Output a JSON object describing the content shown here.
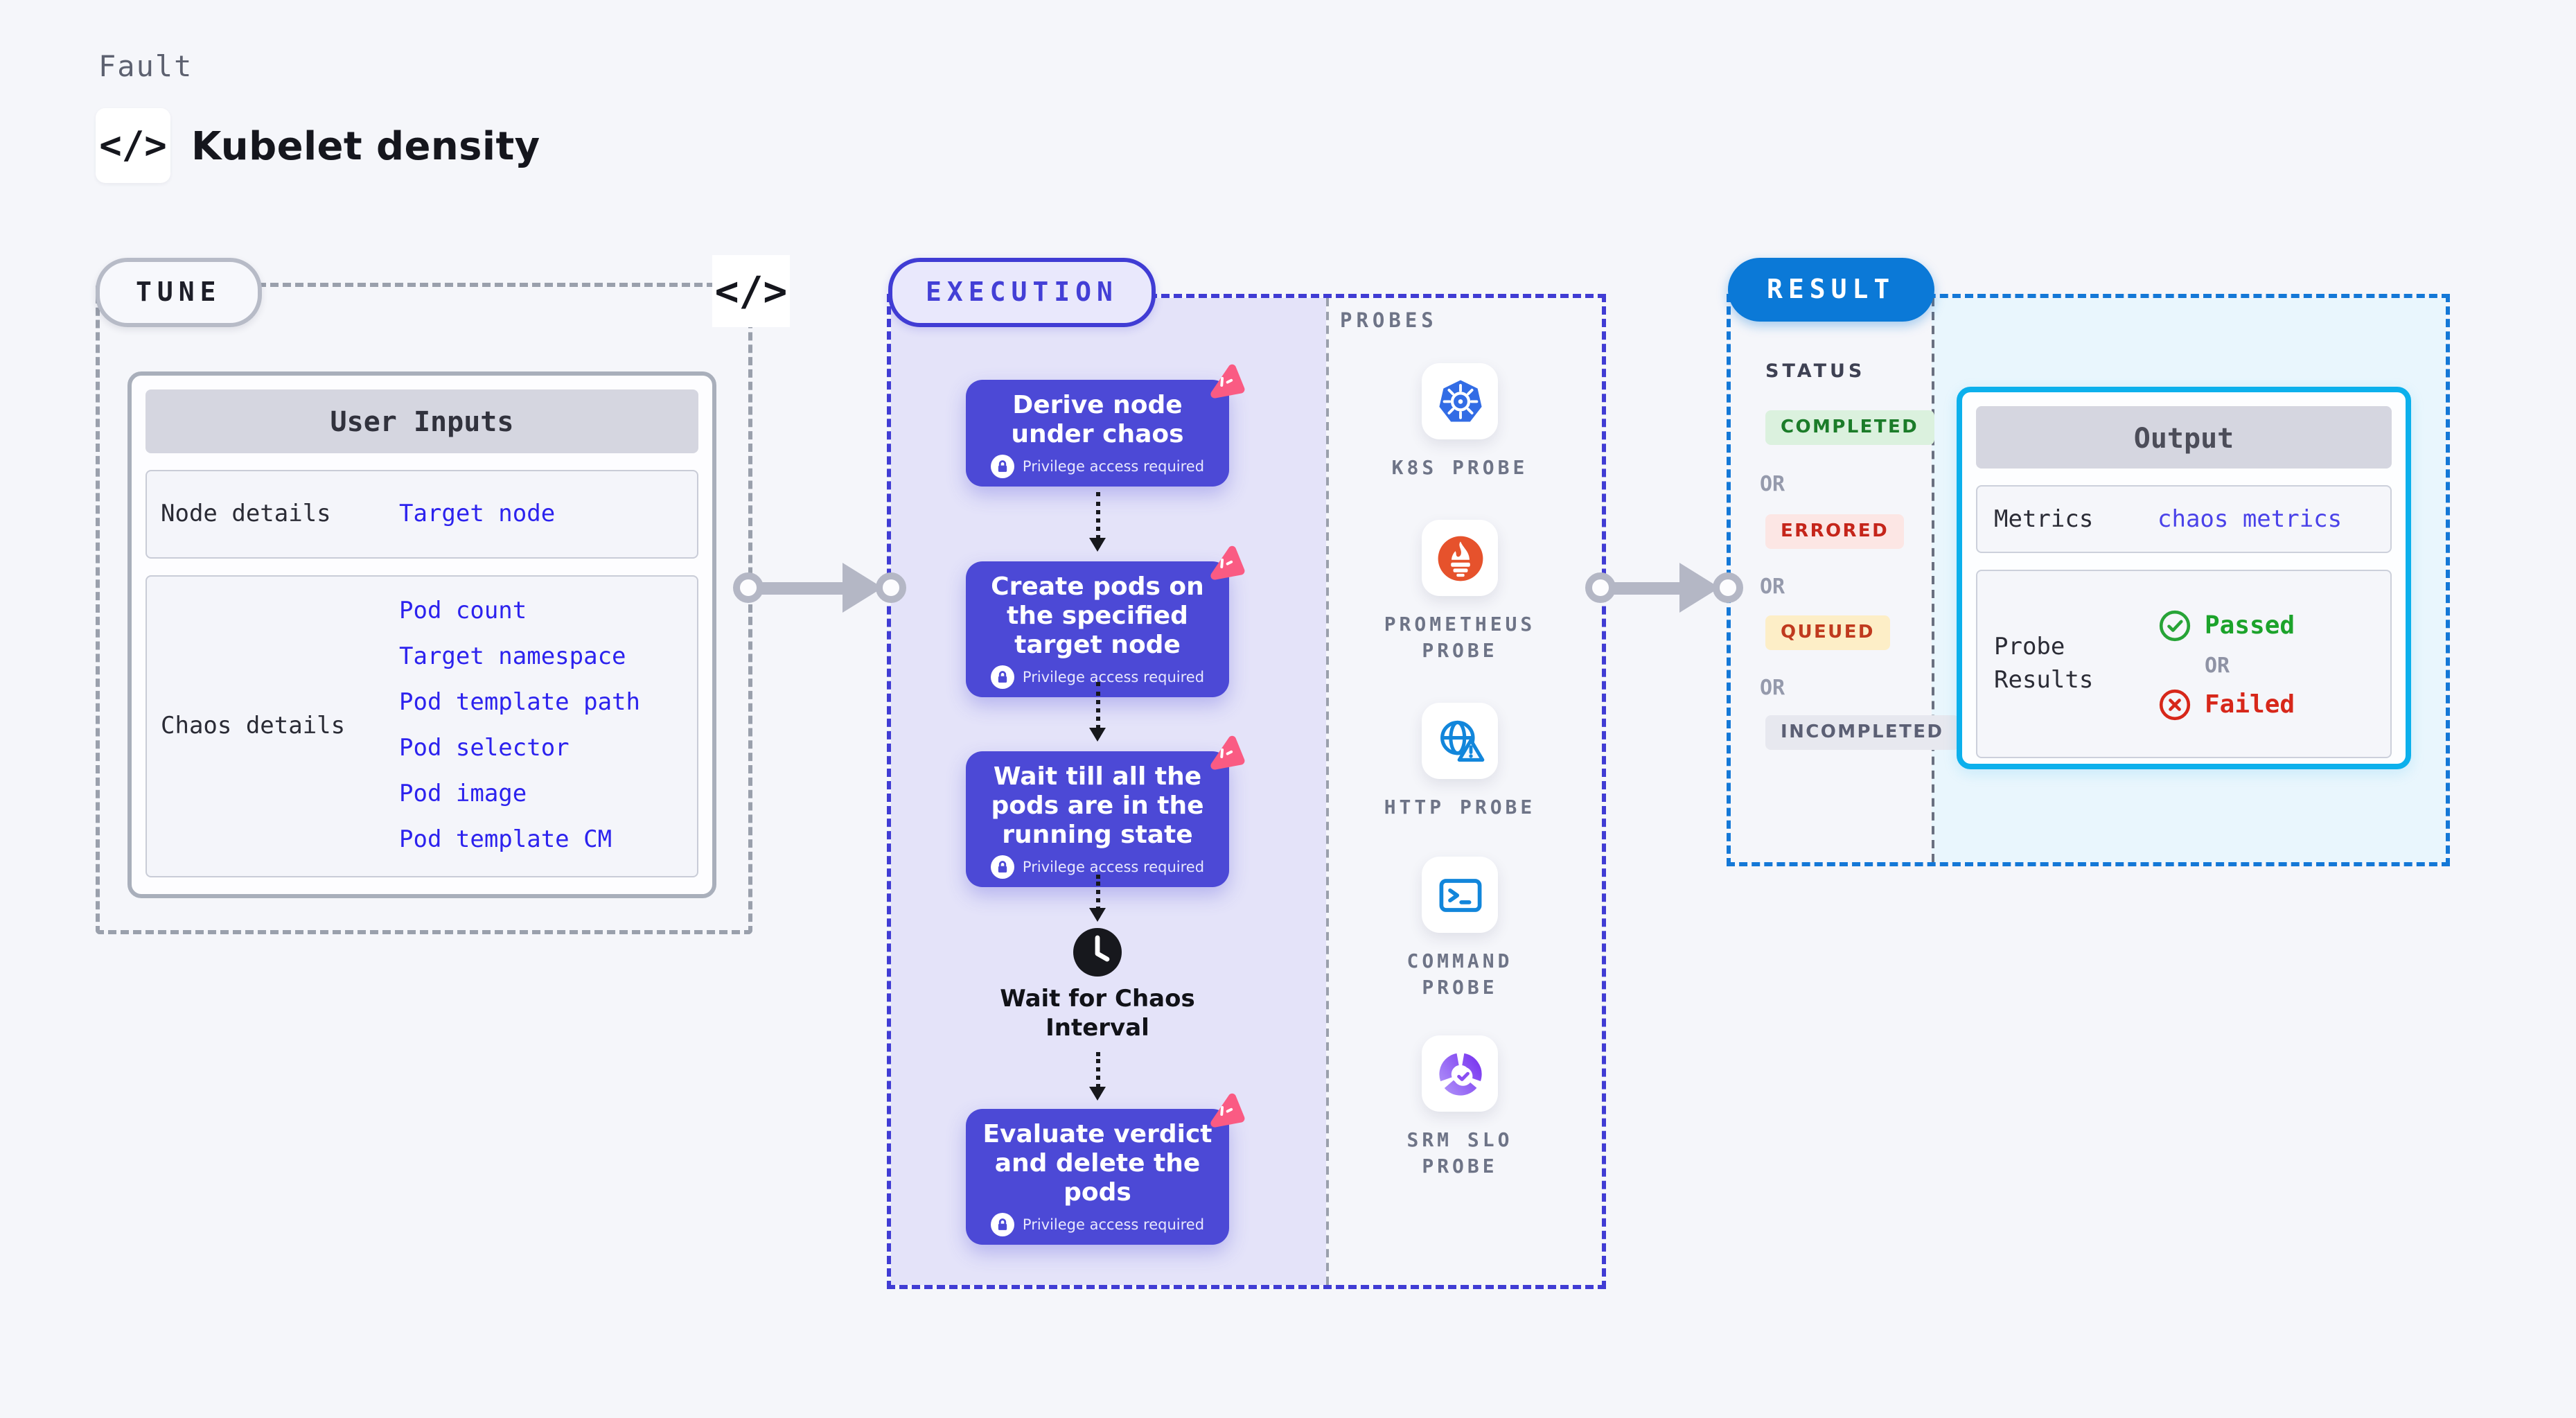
{
  "header": {
    "eyebrow": "Fault",
    "title": "Kubelet density",
    "code_icon": "</>"
  },
  "tune": {
    "label": "TUNE",
    "code_icon": "</>",
    "card": {
      "header": "User Inputs",
      "rows": [
        {
          "label": "Node details",
          "values": [
            "Target node"
          ]
        },
        {
          "label": "Chaos details",
          "values": [
            "Pod count",
            "Target namespace",
            "Pod template path",
            "Pod selector",
            "Pod image",
            "Pod template CM"
          ]
        }
      ]
    }
  },
  "execution": {
    "label": "EXECUTION",
    "privilege_badge": "Privilege access required",
    "steps": [
      {
        "title": "Derive node under chaos"
      },
      {
        "title": "Create pods on the specified target node"
      },
      {
        "title": "Wait till all the pods are in the running state"
      },
      {
        "title": "Evaluate verdict and delete the pods"
      }
    ],
    "wait_step": {
      "title": "Wait for Chaos Interval"
    }
  },
  "probes": {
    "label": "PROBES",
    "items": [
      {
        "name": "K8S PROBE",
        "lines": [
          "K8S PROBE",
          ""
        ],
        "icon": "kubernetes-icon"
      },
      {
        "name": "PROMETHEUS PROBE",
        "lines": [
          "PROMETHEUS",
          "PROBE"
        ],
        "icon": "prometheus-icon"
      },
      {
        "name": "HTTP PROBE",
        "lines": [
          "HTTP PROBE",
          ""
        ],
        "icon": "http-globe-icon"
      },
      {
        "name": "COMMAND PROBE",
        "lines": [
          "COMMAND",
          "PROBE"
        ],
        "icon": "terminal-icon"
      },
      {
        "name": "SRM SLO PROBE",
        "lines": [
          "SRM SLO",
          "PROBE"
        ],
        "icon": "slo-donut-icon"
      }
    ]
  },
  "result": {
    "label": "RESULT",
    "status": {
      "title": "STATUS",
      "or": "OR",
      "badges": [
        {
          "text": "COMPLETED",
          "bg": "#dbf1de",
          "color": "#1b7c29"
        },
        {
          "text": "ERRORED",
          "bg": "#fce6e4",
          "color": "#c5251a"
        },
        {
          "text": "QUEUED",
          "bg": "#fdeec7",
          "color": "#c03a1e"
        },
        {
          "text": "INCOMPLETED",
          "bg": "#e7e8ef",
          "color": "#5b5f74"
        }
      ]
    },
    "output": {
      "header": "Output",
      "metrics_label": "Metrics",
      "metrics_value": "chaos metrics",
      "probe_results_label": "Probe Results",
      "passed": "Passed",
      "or": "OR",
      "failed": "Failed"
    }
  },
  "colors": {
    "page_bg": "#f5f6fa",
    "link_blue": "#2c22ee",
    "execution_indigo": "#403cd4",
    "step_card_indigo": "#4c49d6",
    "execution_lavender": "#e4e3f9",
    "result_blue": "#0b79d7",
    "output_border_cyan": "#0cb0ec",
    "output_bg_cyan": "#e9f6fd",
    "passed_green": "#1ca32b",
    "failed_red": "#d7271a",
    "pink_badge": "#fa5b83",
    "k8s_blue": "#326ce5",
    "prometheus_orange": "#e6522c",
    "probe_icon_blue": "#1286db",
    "srm_purple": "#7c3bf0",
    "dashed_gray": "#9aa0ac"
  }
}
